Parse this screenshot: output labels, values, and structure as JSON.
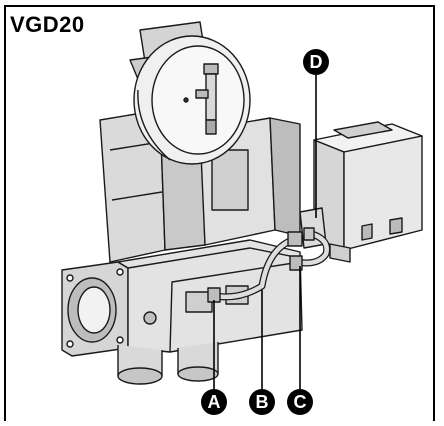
{
  "title": "VGD20",
  "callouts": [
    {
      "id": "A",
      "label": "A"
    },
    {
      "id": "B",
      "label": "B"
    },
    {
      "id": "C",
      "label": "C"
    },
    {
      "id": "D",
      "label": "D"
    }
  ],
  "colors": {
    "line": "#1a1a1a",
    "body_light": "#e6e6e6",
    "body_mid": "#c8c8c8",
    "body_dark": "#9a9a9a",
    "callout_fill": "#000000",
    "callout_text": "#ffffff",
    "frame": "#000000"
  }
}
